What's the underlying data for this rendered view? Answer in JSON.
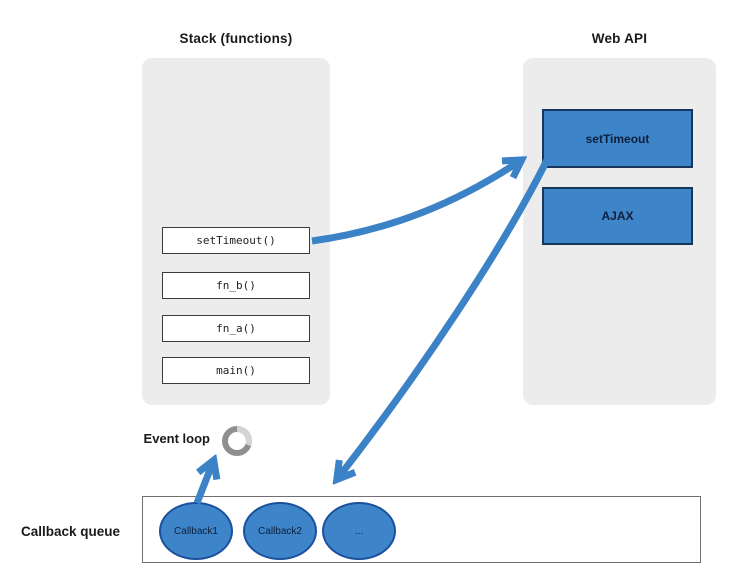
{
  "diagram": {
    "stack": {
      "title": "Stack (functions)",
      "frames": [
        "setTimeout()",
        "fn_b()",
        "fn_a()",
        "main()"
      ]
    },
    "web_api": {
      "title": "Web API",
      "boxes": [
        "setTimeout",
        "AJAX"
      ]
    },
    "event_loop": {
      "label": "Event loop"
    },
    "callback_queue": {
      "label": "Callback queue",
      "items": [
        "Callback1",
        "Callback2",
        "..."
      ]
    },
    "colors": {
      "panel_bg": "#ececec",
      "box_blue": "#3d85c8",
      "box_blue_border": "#17365d",
      "arrow_blue": "#3b82c6",
      "ellipse_border": "#1c4f9e",
      "queue_border": "#707070",
      "frame_border": "#3a3a3a",
      "text_dark": "#1a1a1a",
      "navy_text": "#101f3c",
      "spinner_dark": "#8f8f8f",
      "spinner_light": "#d4d4d4"
    }
  }
}
